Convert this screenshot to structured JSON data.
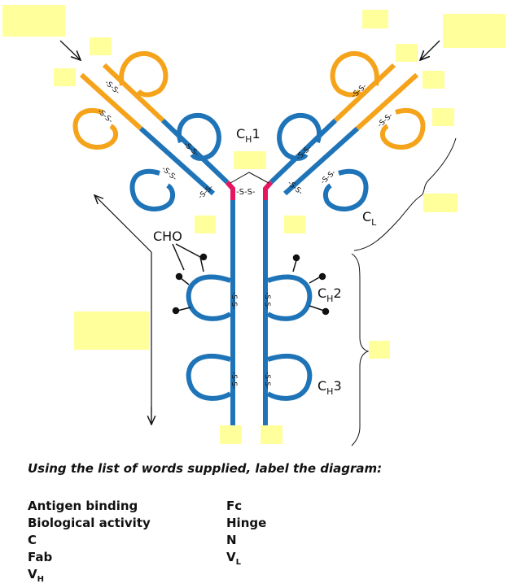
{
  "diagram": {
    "labels": {
      "ch1": {
        "main": "C",
        "sub": "H",
        "suffix": "1"
      },
      "cl": {
        "main": "C",
        "sub": "L",
        "suffix": ""
      },
      "ch2": {
        "main": "C",
        "sub": "H",
        "suffix": "2"
      },
      "ch3": {
        "main": "C",
        "sub": "H",
        "suffix": "3"
      },
      "cho": "CHO",
      "hinge_bond": "-S-S-",
      "disulfide": "-S-S-"
    },
    "colors": {
      "constant_region": "#1f74b8",
      "variable_region": "#f5a31a",
      "hinge": "#e6155f",
      "label_box": "#ffff9c",
      "glycan": "#111111"
    }
  },
  "instructions": "Using the list of words supplied, label the diagram:",
  "word_list": {
    "left": [
      {
        "main": "Antigen binding",
        "sub": ""
      },
      {
        "main": "Biological activity",
        "sub": ""
      },
      {
        "main": "C",
        "sub": ""
      },
      {
        "main": "Fab",
        "sub": ""
      },
      {
        "main": "V",
        "sub": "H"
      }
    ],
    "right": [
      {
        "main": "Fc",
        "sub": ""
      },
      {
        "main": "Hinge",
        "sub": ""
      },
      {
        "main": "N",
        "sub": ""
      },
      {
        "main": "V",
        "sub": "L"
      }
    ]
  }
}
